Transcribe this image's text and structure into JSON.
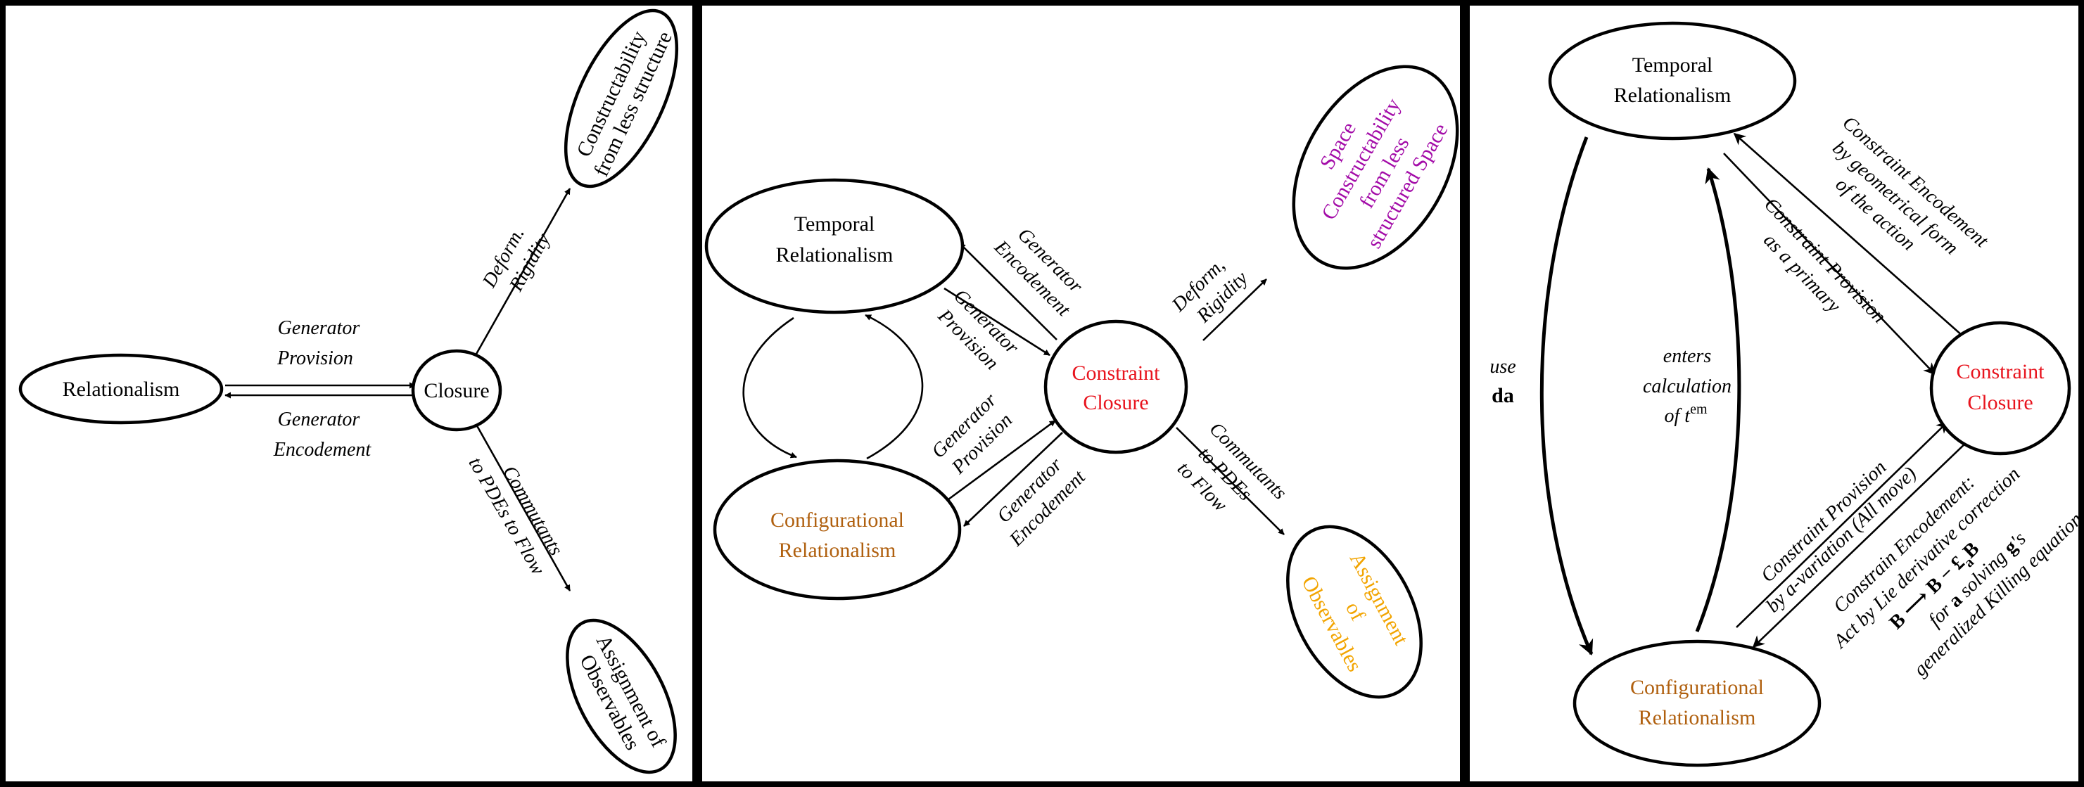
{
  "colors": {
    "black": "#000000",
    "red": "#e8141e",
    "purple": "#a30ca8",
    "brown": "#b0600f",
    "orange": "#f2a400"
  },
  "panel1": {
    "relationalism": "Relationalism",
    "closure": "Closure",
    "constructability": [
      "Constructability",
      "from less structure"
    ],
    "observables": [
      "Assignment of",
      "Observables"
    ],
    "gen_provision": [
      "Generator",
      "Provision"
    ],
    "gen_encodement": [
      "Generator",
      "Encodement"
    ],
    "deform": [
      "Deform.",
      "Rigidity"
    ],
    "commutants": [
      "Commutants",
      "to PDEs to Flow"
    ]
  },
  "panel2": {
    "temporal": [
      "Temporal",
      "Relationalism"
    ],
    "configurational": [
      "Configurational",
      "Relationalism"
    ],
    "constraint_closure": [
      "Constraint",
      "Closure"
    ],
    "space": [
      "Space",
      "Constructability",
      "from less",
      "structured Space"
    ],
    "observables": [
      "Assignment",
      "of",
      "Observables"
    ],
    "gen_encodement_top": [
      "Generator",
      "Encodement"
    ],
    "gen_provision_top": [
      "Generator",
      "Provision"
    ],
    "gen_provision_bottom": [
      "Generator",
      "Provision"
    ],
    "gen_encodement_bottom": [
      "Generator",
      "Encodement"
    ],
    "deform": [
      "Deform,",
      "Rigidity"
    ],
    "commutants": [
      "Commutants",
      "to PDEs",
      "to Flow"
    ]
  },
  "panel3": {
    "temporal": [
      "Temporal",
      "Relationalism"
    ],
    "configurational": [
      "Configurational",
      "Relationalism"
    ],
    "constraint_closure": [
      "Constraint",
      "Closure"
    ],
    "use": [
      "use",
      "da"
    ],
    "enters": [
      "enters",
      "calculation",
      "of  t",
      "em"
    ],
    "ce_geom": [
      "Constraint Encodement",
      "by geometrical form",
      "of the action"
    ],
    "cp_primary": [
      "Constraint Provision",
      "as a primary"
    ],
    "cp_variation": [
      "Constraint Provision",
      "by a-variation (All move)"
    ],
    "ce_lie": [
      "Constrain  Encodement:",
      "Act by Lie derivative correction",
      "B  ⟶  B − £",
      "a",
      "B",
      "for ",
      "a",
      " solving ",
      "g",
      "'s",
      "generalized Killing equation."
    ]
  }
}
